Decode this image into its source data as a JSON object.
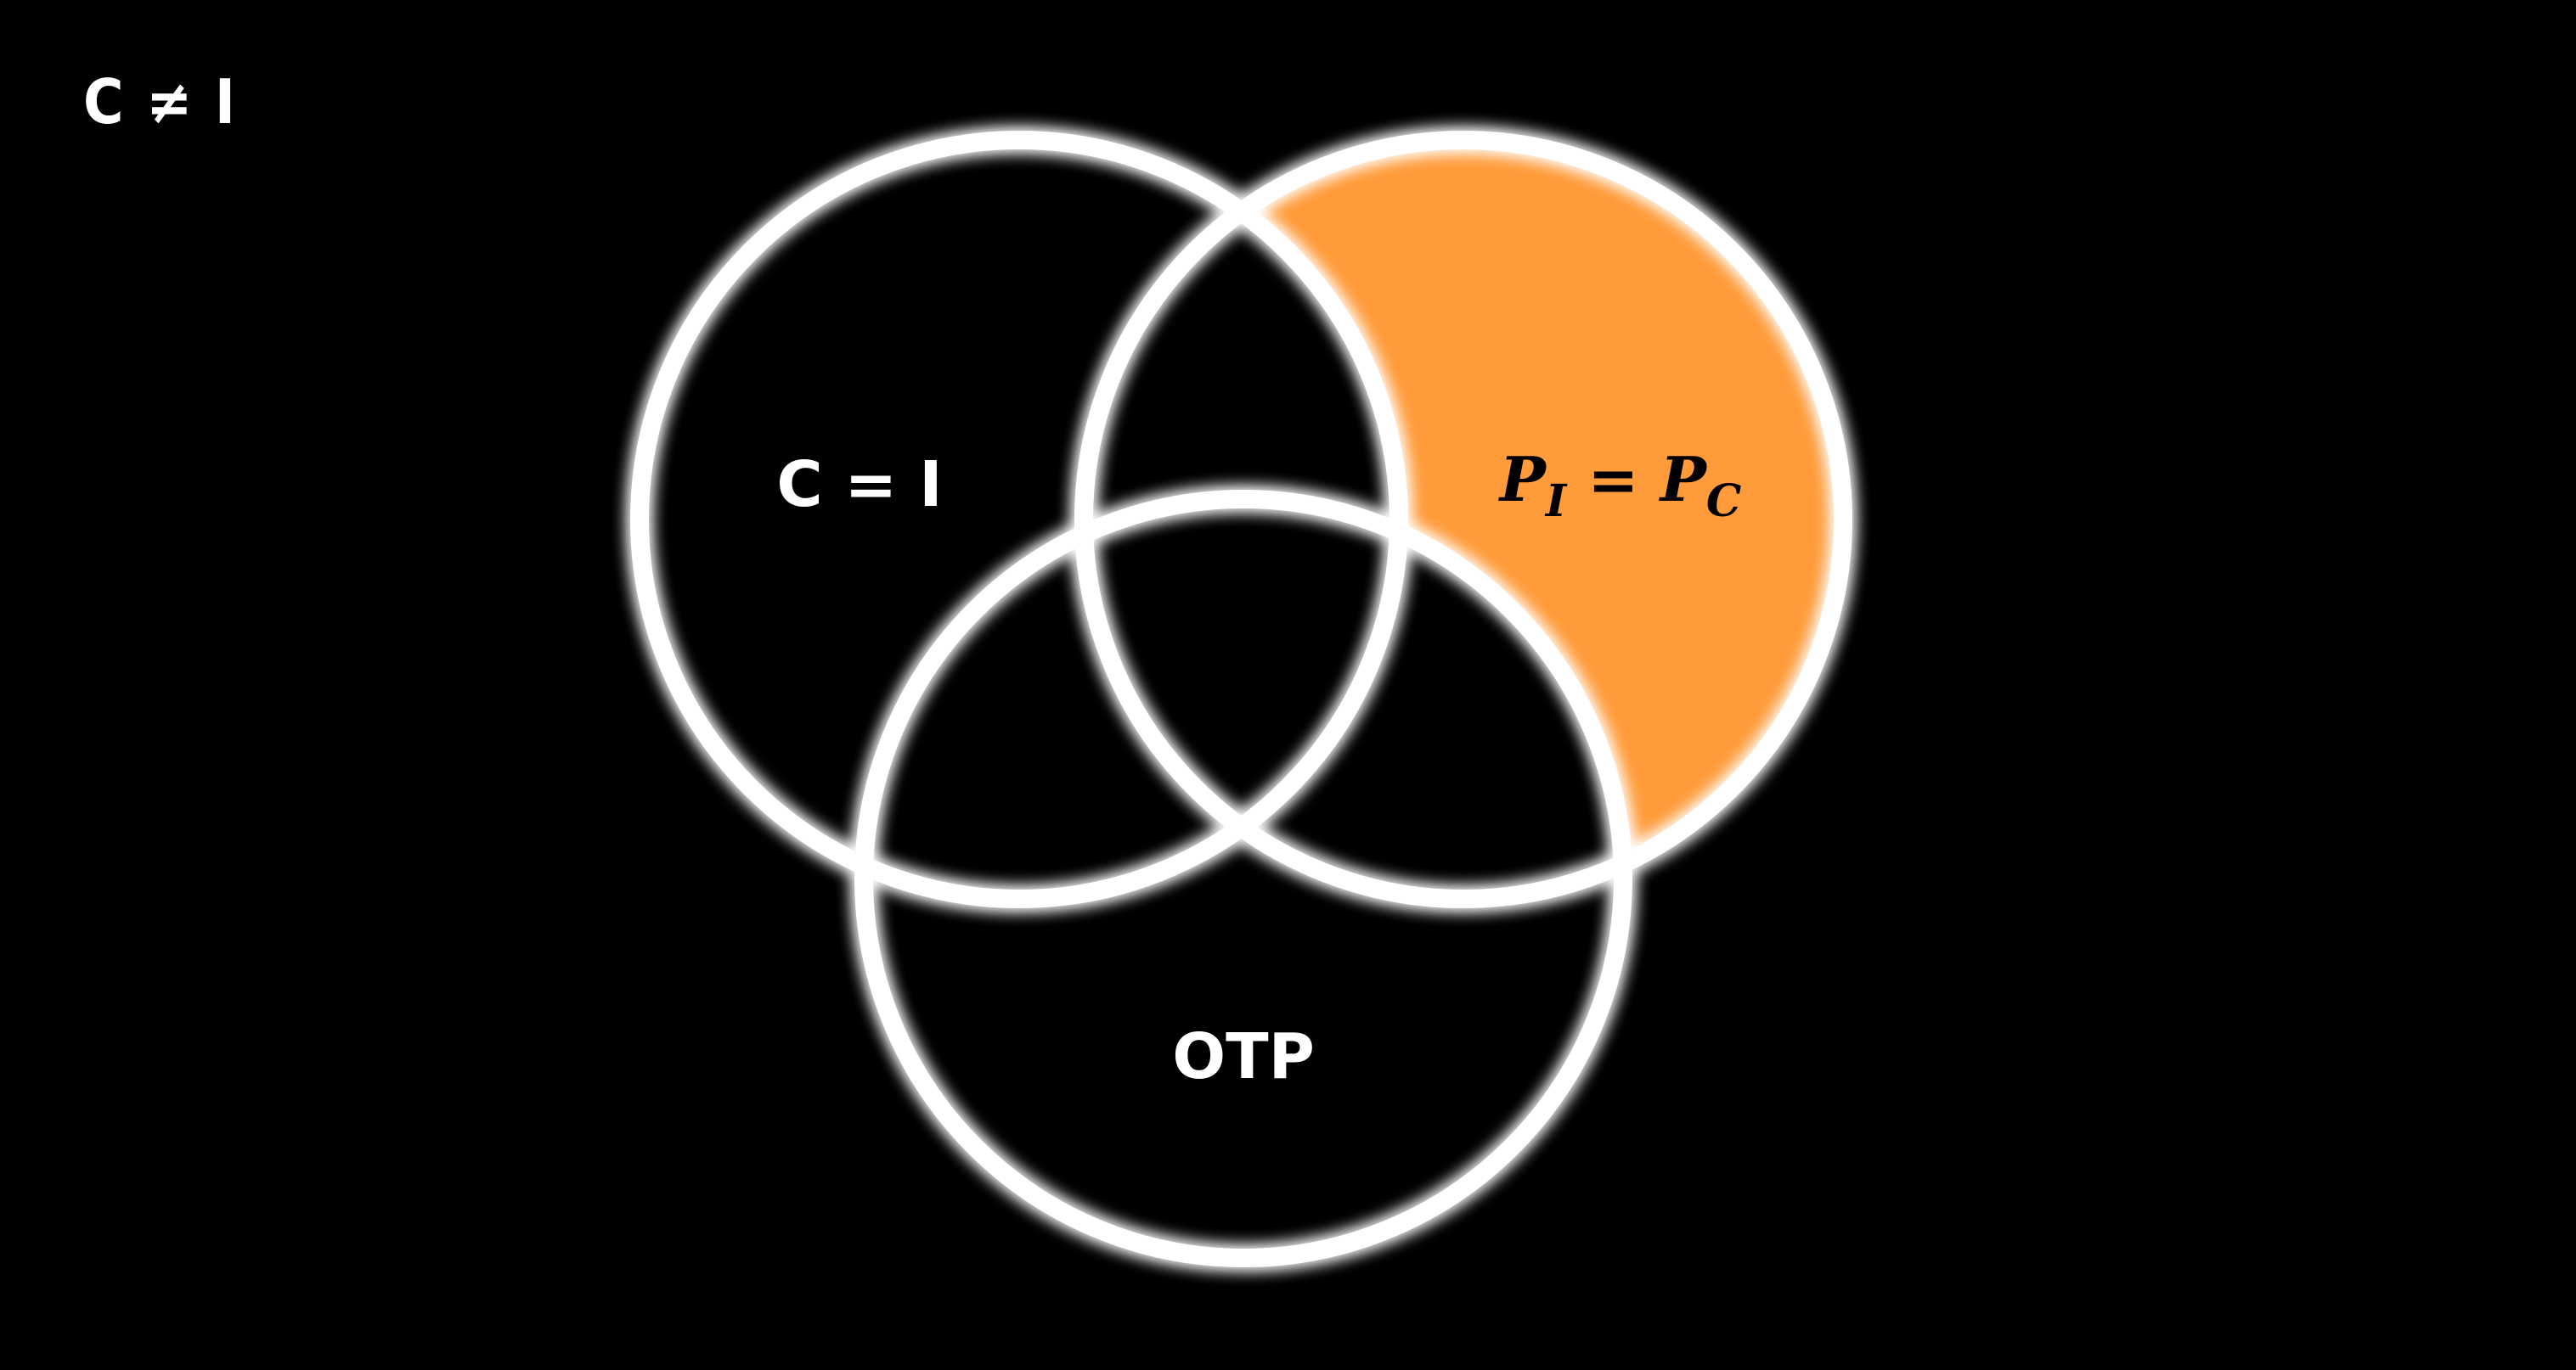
{
  "corner_label": "C ≠ I",
  "sets": {
    "left": {
      "label": "C = I"
    },
    "right": {
      "label_p1": "P",
      "label_sub1": "I",
      "label_eq": " = ",
      "label_p2": "P",
      "label_sub2": "C"
    },
    "bottom": {
      "label": "OTP"
    }
  },
  "colors": {
    "background": "#000000",
    "circle_stroke": "#ffffff",
    "highlight": "#ff9b3a",
    "set_text": "#ffffff",
    "highlight_text": "#000000"
  }
}
